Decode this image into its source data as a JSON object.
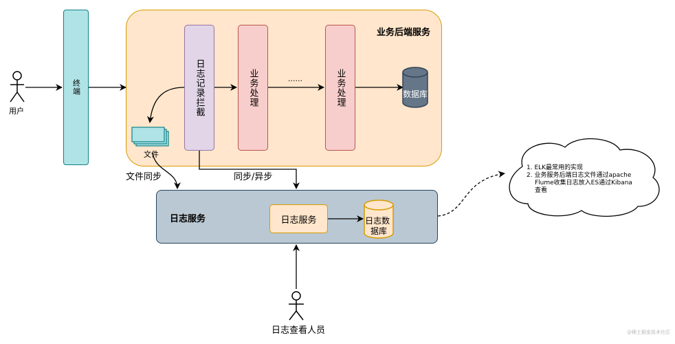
{
  "user": {
    "label": "用户"
  },
  "terminal": {
    "label": "终端"
  },
  "backend": {
    "title": "业务后端服务"
  },
  "interceptor": {
    "label": "日志记录拦截"
  },
  "biz1": {
    "label": "业务处理"
  },
  "ellipsis": {
    "label": "......"
  },
  "biz2": {
    "label": "业务处理"
  },
  "database": {
    "label": "数据库"
  },
  "file": {
    "label": "文件"
  },
  "edge_file_sync": {
    "label": "文件同步"
  },
  "edge_sync_async": {
    "label": "同步/异步"
  },
  "logservice_group": {
    "title": "日志服务"
  },
  "logservice_box": {
    "label": "日志服务"
  },
  "log_db": {
    "label": "日志数据库"
  },
  "viewer": {
    "label": "日志查看人员"
  },
  "cloud_note": {
    "line1": "1.  ELK最常用的实现",
    "line2a": "2.  业务服务后端日志文件通过apache",
    "line2b": "Flume收集日志放入ES通过Kibana",
    "line2c": "查看"
  },
  "watermark": {
    "label": "@稀土掘金技术社区"
  },
  "colors": {
    "backend_fill": "#ffe6cc",
    "backend_stroke": "#d79b00",
    "terminal_fill": "#b0e3e6",
    "terminal_stroke": "#0e8088",
    "interceptor_fill": "#e1d5e7",
    "interceptor_stroke": "#9673a6",
    "biz_fill": "#f8cecc",
    "biz_stroke": "#b85450",
    "db_fill": "#647687",
    "db_stroke": "#314354",
    "log_group_fill": "#bac8d3",
    "log_group_stroke": "#23445d",
    "log_box_fill": "#ffe6cc",
    "log_box_stroke": "#d79b00"
  }
}
